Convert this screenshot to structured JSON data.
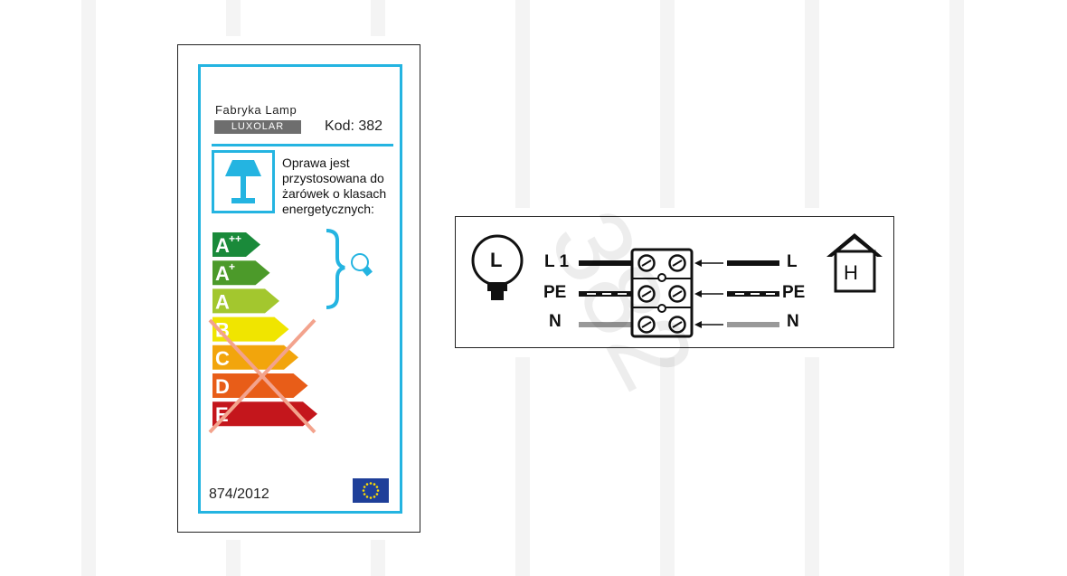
{
  "energy_label": {
    "manufacturer_line": "Fabryka Lamp",
    "brand": "LUXOLAR",
    "code": "Kod: 382",
    "fixture_text_lines": [
      "Oprawa jest",
      "przystosowana do",
      "żarówek o klasach",
      "energetycznych:"
    ],
    "classes": [
      {
        "letter": "A",
        "sup": "++",
        "color": "#1a8a3a",
        "crossed": false
      },
      {
        "letter": "A",
        "sup": "+",
        "color": "#4c9a2a",
        "crossed": false
      },
      {
        "letter": "A",
        "sup": "",
        "color": "#a3c72e",
        "crossed": false
      },
      {
        "letter": "B",
        "sup": "",
        "color": "#f0e500",
        "crossed": true
      },
      {
        "letter": "C",
        "sup": "",
        "color": "#f2a50c",
        "crossed": true
      },
      {
        "letter": "D",
        "sup": "",
        "color": "#e85d18",
        "crossed": true
      },
      {
        "letter": "E",
        "sup": "",
        "color": "#c4161c",
        "crossed": true
      }
    ],
    "regulation": "874/2012",
    "colors": {
      "frame": "#24b4e1",
      "cross": "#f3a38d"
    }
  },
  "wiring": {
    "left_symbol_letter": "L",
    "right_symbol_letter": "H",
    "rows": [
      {
        "left_label": "L 1",
        "right_label": "L",
        "wire_style": "solid-black"
      },
      {
        "left_label": "PE",
        "right_label": "PE",
        "wire_style": "dashed-black"
      },
      {
        "left_label": "N",
        "right_label": "N",
        "wire_style": "solid-grey"
      }
    ]
  },
  "watermark_text": "382"
}
